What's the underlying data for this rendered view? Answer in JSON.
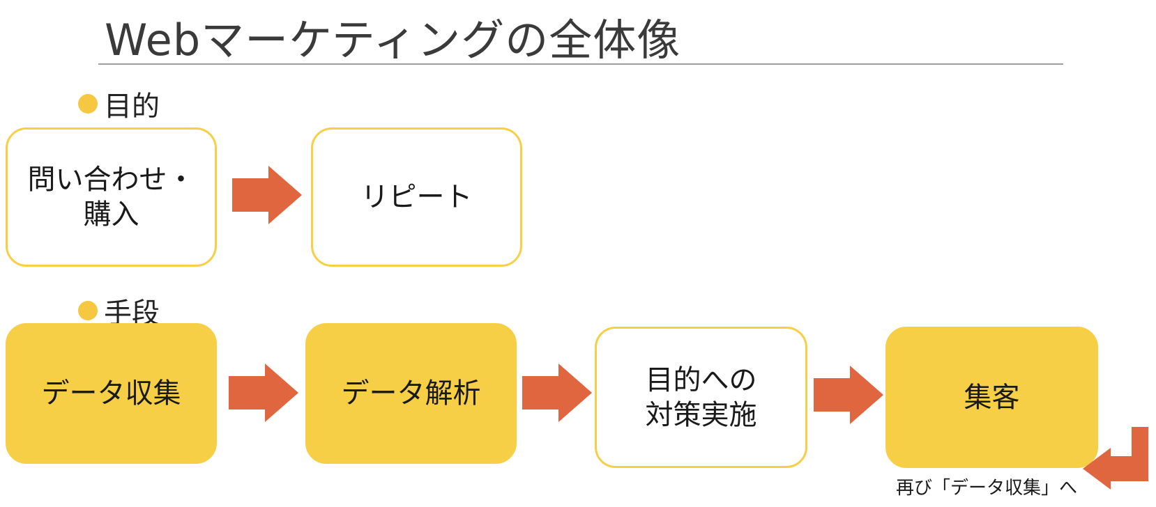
{
  "title": "Webマーケティングの全体像",
  "sections": {
    "purpose": {
      "heading": "目的",
      "steps": [
        "問い合わせ・\n購入",
        "リピート"
      ]
    },
    "means": {
      "heading": "手段",
      "steps": [
        "データ収集",
        "データ解析",
        "目的への\n対策実施",
        "集客"
      ]
    }
  },
  "loop_note": "再び「データ収集」へ",
  "colors": {
    "accent_fill": "#f7cf47",
    "accent_border": "#f6cf45",
    "arrow": "#e0663f",
    "rule": "#9e9e9e"
  }
}
